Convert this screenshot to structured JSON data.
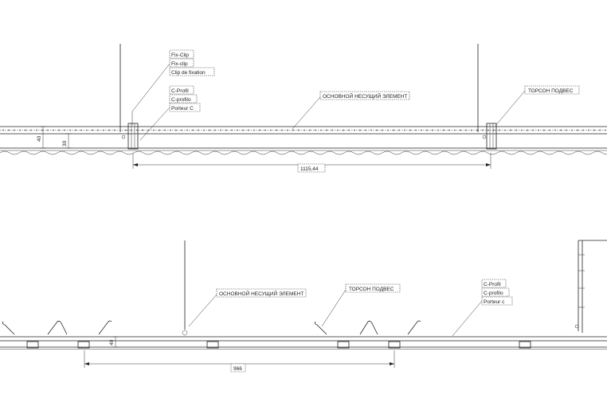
{
  "top_view": {
    "callouts": {
      "clip_fr": "Fix-Clip",
      "clip_en": "Fix-clip",
      "clip_de": "Clip de fixation",
      "profile_de": "C-Profil",
      "profile_it": "C-profilo",
      "profile_fr": "Porteur C",
      "main_element": "ОСНОВНОЙ НЕСУЩИЙ ЭЛЕМЕНТ",
      "hanger": "ТОРСОН ПОДВЕС"
    },
    "dimensions": {
      "span": "1115,44",
      "height_left": "40",
      "height_right": "30"
    }
  },
  "bottom_view": {
    "callouts": {
      "main_element": "ОСНОВНОЙ НЕСУЩИЙ ЭЛЕМЕНТ",
      "hanger": "ТОРСОН ПОДВЕС",
      "profile_de": "C-Profil",
      "profile_it": "C-profilo",
      "profile_fr": "Porteur c"
    },
    "dimensions": {
      "span": "966",
      "height": "40"
    }
  }
}
